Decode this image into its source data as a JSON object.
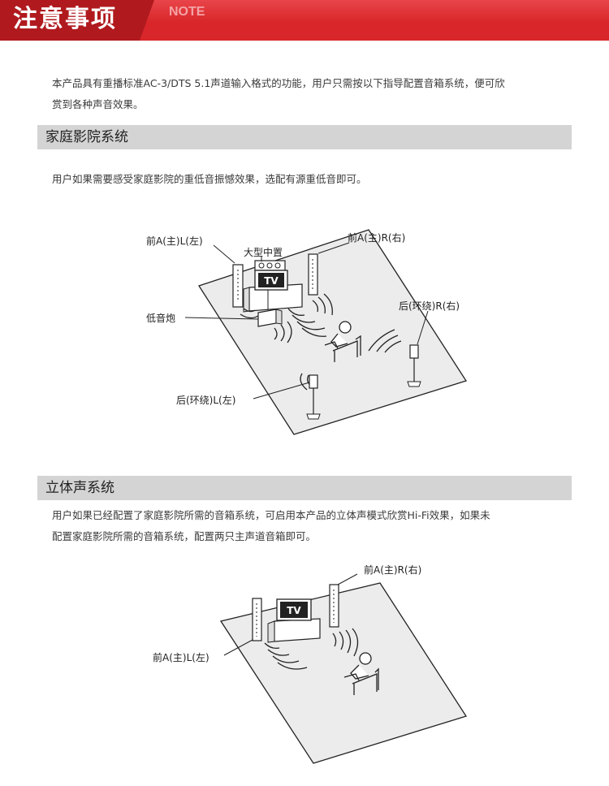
{
  "header": {
    "title": "注意事项",
    "note": "NOTE"
  },
  "intro": {
    "line1": "本产品具有重播标准AC-3/DTS 5.1声道输入格式的功能，用户只需按以下指导配置音箱系统，便可欣",
    "line2": "赏到各种声音效果。"
  },
  "section1": {
    "title": "家庭影院系统",
    "text": "用户如果需要感受家庭影院的重低音振憾效果，选配有源重低音即可。",
    "labels": {
      "front_left": "前A(主)L(左)",
      "center": "大型中置",
      "front_right": "前A(主)R(右)",
      "subwoofer": "低音炮",
      "rear_right": "后(环绕)R(右)",
      "rear_left": "后(环绕)L(左)",
      "tv": "TV"
    }
  },
  "section2": {
    "title": "立体声系统",
    "line1": "用户如果已经配置了家庭影院所需的音箱系统，可启用本产品的立体声模式欣赏Hi-Fi效果，如果未",
    "line2": "配置家庭影院所需的音箱系统，配置两只主声道音箱即可。",
    "labels": {
      "front_right": "前A(主)R(右)",
      "front_left": "前A(主)L(左)",
      "tv": "TV"
    }
  },
  "colors": {
    "header_red": "#d9262a",
    "header_dark": "#b01a1e",
    "section_gray": "#d4d4d4",
    "floor": "#ececec"
  }
}
